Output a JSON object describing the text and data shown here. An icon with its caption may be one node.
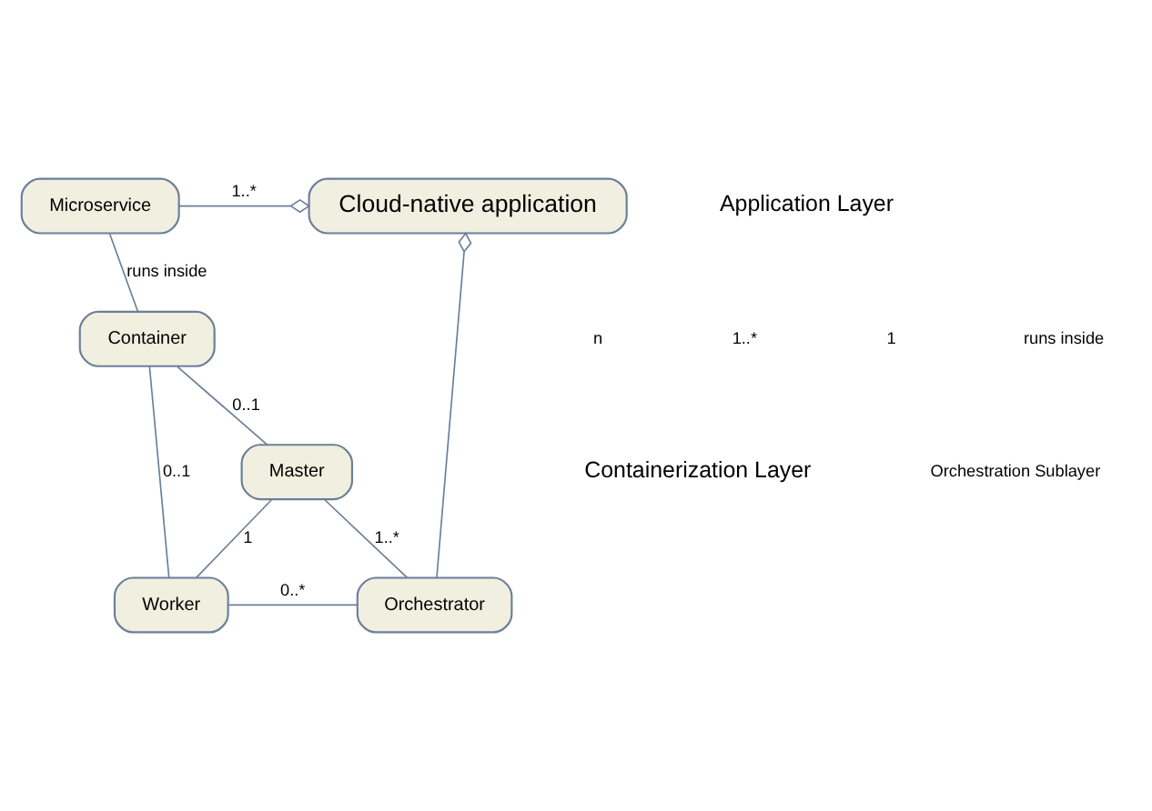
{
  "diagram": {
    "nodes": [
      {
        "text": [
          "Microservice"
        ]
      },
      {
        "text": [
          "Cloud-native application"
        ]
      },
      {
        "text": [
          "Master"
        ]
      },
      {
        "text": [
          "Worker"
        ]
      },
      {
        "text": [
          "Orchestrator"
        ]
      },
      {
        "text": [
          "Container"
        ]
      }
    ],
    "edges": [
      {
        "from": 0,
        "to": 1,
        "arrow": "other",
        "label": "1..*"
      },
      {
        "from": 4,
        "to": 1,
        "arrow": "other"
      },
      {
        "from": 2,
        "to": 3,
        "arrow": "none",
        "label": "1"
      },
      {
        "from": 2,
        "to": 4,
        "arrow": "none",
        "label": "1..*"
      },
      {
        "from": 3,
        "to": 4,
        "arrow": "none",
        "label": "0..*"
      },
      {
        "from": 0,
        "to": 5,
        "arrow": "none",
        "label": "runs inside"
      },
      {
        "from": 5,
        "to": 2,
        "arrow": "none",
        "label": "0..1"
      },
      {
        "from": 5,
        "to": 3,
        "arrow": "none",
        "label": "0..1"
      }
    ],
    "labels": [
      "Application Layer",
      "Containerization Layer",
      "Orchestration Sublayer",
      "n",
      "1..*",
      "1",
      "runs inside"
    ]
  }
}
